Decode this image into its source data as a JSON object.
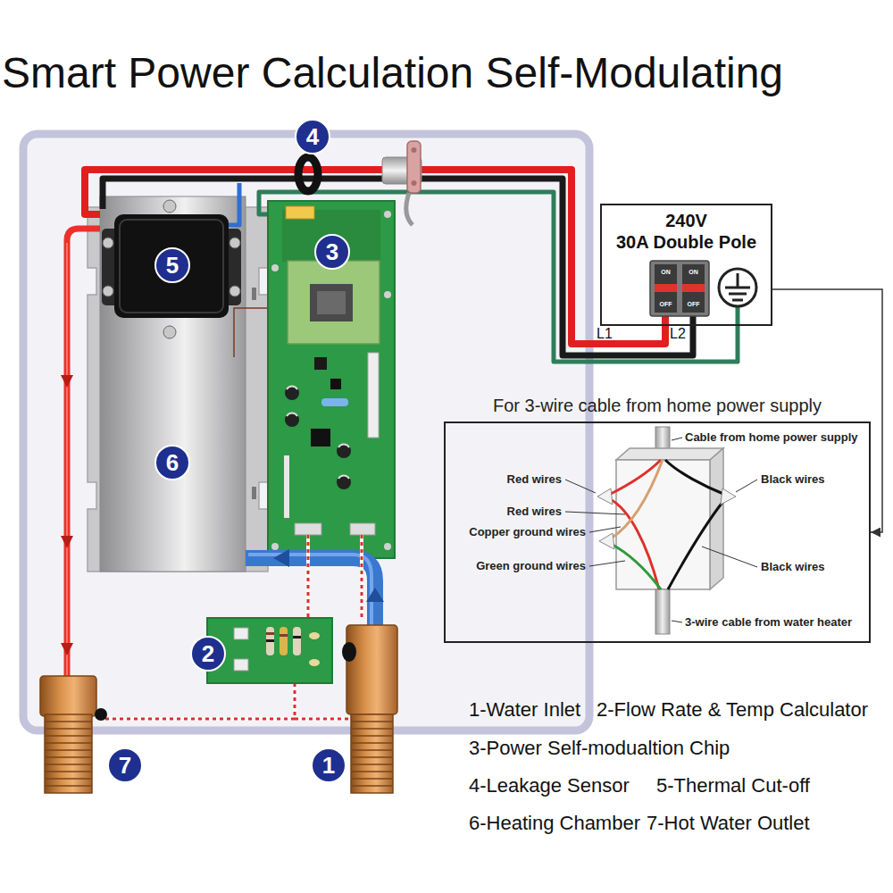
{
  "diagram": {
    "title": "Smart Power Calculation Self-Modulating",
    "nodes": [
      {
        "text": [
          "240V",
          "30A Double Pole"
        ]
      },
      {
        "text": [
          "For 3-wire cable from home power supply"
        ]
      }
    ],
    "edges": [
      {
        "from": 0,
        "to": 1,
        "arrow": "to"
      }
    ],
    "labels": [
      "4",
      "5",
      "3",
      "6",
      "2",
      "7",
      "1",
      "ON",
      "ON",
      "OFF",
      "OFF",
      "L1",
      "L2",
      "Cable from home power supply",
      "Red wires",
      "Red wires",
      "Copper ground wires",
      "Green ground wires",
      "Black wires",
      "Black wires",
      "3-wire cable from water heater",
      "1-Water Inlet",
      "2-Flow Rate & Temp Calculator",
      "3-Power Self-modualtion Chip",
      "4-Leakage Sensor",
      "5-Thermal Cut-off",
      "6-Heating Chamber",
      "7-Hot Water Outlet"
    ]
  }
}
